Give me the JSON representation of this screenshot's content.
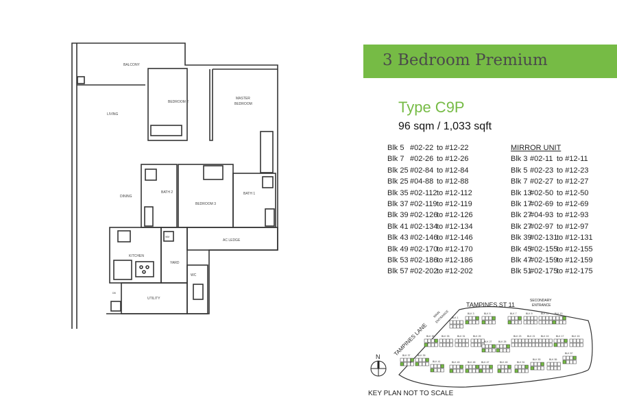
{
  "floorplan": {
    "rooms": {
      "balcony": "BALCONY",
      "living": "LIVING",
      "bedroom2": "BEDROOM 2",
      "master1": "MASTER",
      "master2": "BEDROOM",
      "dining": "DINING",
      "bath2": "BATH 2",
      "bedroom3": "BEDROOM 3",
      "bath1": "BATH 1",
      "kitchen": "KITCHEN",
      "yard": "YARD",
      "ac_ledge": "AC LEDGE",
      "wc": "WC",
      "utility": "UTILITY",
      "wm": "WM",
      "db": "DB"
    }
  },
  "info": {
    "title": "3 Bedroom Premium",
    "type": "Type C9P",
    "area": "96 sqm / 1,033 sqft",
    "accent_color": "#76bb45"
  },
  "units": [
    {
      "blk": "Blk 5",
      "from": "#02-22",
      "to": "to #12-22"
    },
    {
      "blk": "Blk 7",
      "from": "#02-26",
      "to": "to #12-26"
    },
    {
      "blk": "Blk 25",
      "from": "#02-84",
      "to": "to #12-84"
    },
    {
      "blk": "Blk 25",
      "from": "#04-88",
      "to": "to #12-88"
    },
    {
      "blk": "Blk 35",
      "from": "#02-112",
      "to": "to #12-112"
    },
    {
      "blk": "Blk 37",
      "from": "#02-119",
      "to": "to #12-119"
    },
    {
      "blk": "Blk 39",
      "from": "#02-126",
      "to": "to #12-126"
    },
    {
      "blk": "Blk 41",
      "from": "#02-134",
      "to": "to #12-134"
    },
    {
      "blk": "Blk 43",
      "from": "#02-146",
      "to": "to #12-146"
    },
    {
      "blk": "Blk 49",
      "from": "#02-170",
      "to": "to #12-170"
    },
    {
      "blk": "Blk 53",
      "from": "#02-186",
      "to": "to #12-186"
    },
    {
      "blk": "Blk 57",
      "from": "#02-202",
      "to": "to #12-202"
    }
  ],
  "mirror": {
    "heading": "MIRROR UNIT",
    "units": [
      {
        "blk": "Blk 3",
        "from": "#02-11",
        "to": "to #12-11"
      },
      {
        "blk": "Blk 5",
        "from": "#02-23",
        "to": "to #12-23"
      },
      {
        "blk": "Blk 7",
        "from": "#02-27",
        "to": "to #12-27"
      },
      {
        "blk": "Blk 13",
        "from": "#02-50",
        "to": "to #12-50"
      },
      {
        "blk": "Blk 17",
        "from": "#02-69",
        "to": "to #12-69"
      },
      {
        "blk": "Blk 27",
        "from": "#04-93",
        "to": "to #12-93"
      },
      {
        "blk": "Blk 27",
        "from": "#02-97",
        "to": "to #12-97"
      },
      {
        "blk": "Blk 39",
        "from": "#02-131",
        "to": "to #12-131"
      },
      {
        "blk": "Blk 45",
        "from": "#02-155",
        "to": "to #12-155"
      },
      {
        "blk": "Blk 47",
        "from": "#02-159",
        "to": "to #12-159"
      },
      {
        "blk": "Blk 51",
        "from": "#02-175",
        "to": "to #12-175"
      }
    ]
  },
  "keyplan": {
    "road_top": "TAMPINES ST 11",
    "road_left": "TAMPINES LANE",
    "main_entrance_1": "MAIN",
    "main_entrance_2": "ENTRANCE",
    "secondary_1": "SECONDARY",
    "secondary_2": "ENTRANCE",
    "north": "N",
    "caption": "KEY PLAN NOT TO SCALE",
    "blocks": [
      {
        "label": "BLK 1",
        "hl": false
      },
      {
        "label": "BLK 3",
        "hl": true
      },
      {
        "label": "BLK 5",
        "hl": true
      },
      {
        "label": "BLK 7",
        "hl": true
      },
      {
        "label": "BLK 9",
        "hl": false
      },
      {
        "label": "BLK 11",
        "hl": false
      },
      {
        "label": "BLK 13",
        "hl": true
      },
      {
        "label": "BLK 35",
        "hl": true
      },
      {
        "label": "BLK 33",
        "hl": false
      },
      {
        "label": "BLK 31",
        "hl": false
      },
      {
        "label": "BLK 29",
        "hl": false
      },
      {
        "label": "BLK 27",
        "hl": true
      },
      {
        "label": "BLK 25",
        "hl": true
      },
      {
        "label": "BLK 23",
        "hl": false
      },
      {
        "label": "BLK 21",
        "hl": false
      },
      {
        "label": "BLK 19",
        "hl": false
      },
      {
        "label": "BLK 17",
        "hl": true
      },
      {
        "label": "BLK 15",
        "hl": false
      },
      {
        "label": "BLK 37",
        "hl": true
      },
      {
        "label": "BLK 39",
        "hl": true
      },
      {
        "label": "BLK 41",
        "hl": true
      },
      {
        "label": "BLK 43",
        "hl": true
      },
      {
        "label": "BLK 45",
        "hl": true
      },
      {
        "label": "BLK 47",
        "hl": true
      },
      {
        "label": "BLK 49",
        "hl": true
      },
      {
        "label": "BLK 51",
        "hl": true
      },
      {
        "label": "BLK 53",
        "hl": true
      },
      {
        "label": "BLK 55",
        "hl": false
      },
      {
        "label": "BLK 57",
        "hl": true
      }
    ]
  }
}
